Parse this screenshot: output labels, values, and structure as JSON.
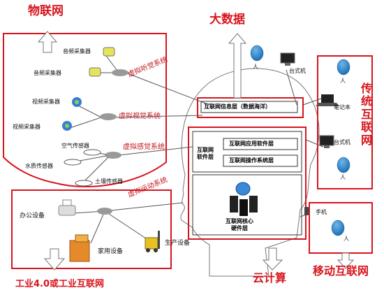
{
  "titles": {
    "iot": "物联网",
    "big_data": "大数据",
    "traditional_internet": "传统互联网",
    "cloud": "云计算",
    "mobile_internet": "移动互联网",
    "industry": "工业4.0或工业互联网"
  },
  "iot_devices": {
    "audio1": "音频采集器",
    "audio2": "音频采集器",
    "video1": "视频采集器",
    "video2": "视频采集器",
    "air": "空气传感器",
    "water": "水质传感器",
    "soil": "土壤传感器"
  },
  "systems": {
    "hearing": "虚拟听觉系统",
    "vision": "虚拟视觉系统",
    "sensing": "虚拟感觉系统",
    "motor": "虚拟运动系统"
  },
  "internet_layers": {
    "info": "互联网信息层（数据海洋）",
    "software": "互联网\n软件层",
    "app_software": "互联网应用软件层",
    "os_layer": "互联网操作系统层",
    "core_hardware": "互联网核心\n硬件层"
  },
  "devices": {
    "desktop1": "台式机",
    "laptop": "笔记本",
    "desktop2": "台式机",
    "phone": "手机",
    "person": "人"
  },
  "industry_devices": {
    "office": "办公设备",
    "home": "家用设备",
    "production": "生产设备"
  }
}
